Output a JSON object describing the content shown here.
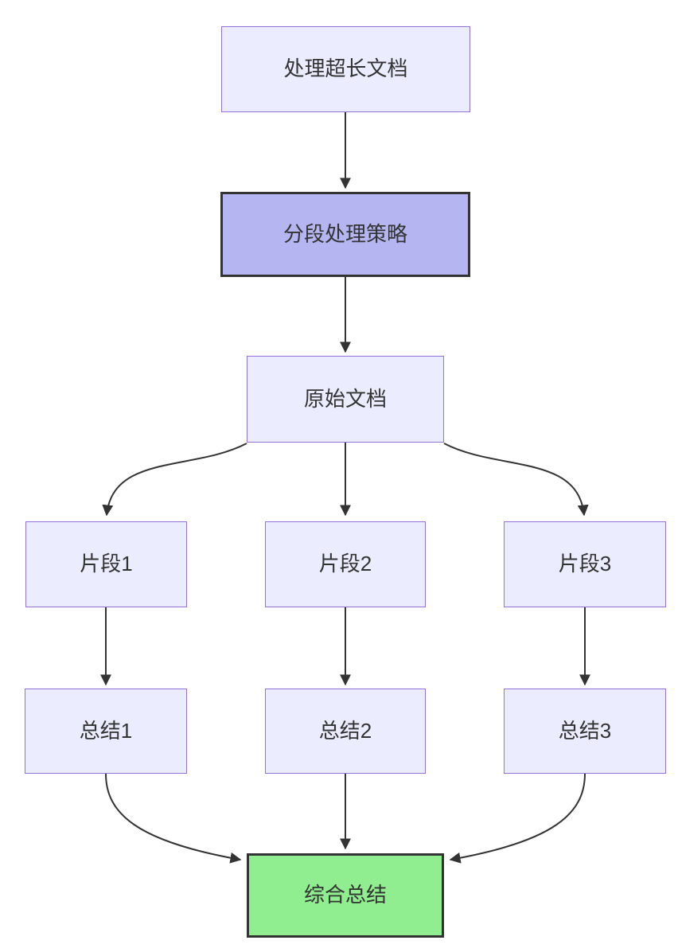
{
  "diagram": {
    "type": "flowchart",
    "direction": "top-down",
    "nodes": [
      {
        "id": "A",
        "label": "处理超长文档",
        "style": "lavender"
      },
      {
        "id": "B",
        "label": "分段处理策略",
        "style": "highlight-purple"
      },
      {
        "id": "C",
        "label": "原始文档",
        "style": "lavender"
      },
      {
        "id": "D1",
        "label": "片段1",
        "style": "lavender"
      },
      {
        "id": "D2",
        "label": "片段2",
        "style": "lavender"
      },
      {
        "id": "D3",
        "label": "片段3",
        "style": "lavender"
      },
      {
        "id": "E1",
        "label": "总结1",
        "style": "lavender"
      },
      {
        "id": "E2",
        "label": "总结2",
        "style": "lavender"
      },
      {
        "id": "E3",
        "label": "总结3",
        "style": "lavender"
      },
      {
        "id": "F",
        "label": "综合总结",
        "style": "highlight-green"
      }
    ],
    "edges": [
      {
        "from": "A",
        "to": "B"
      },
      {
        "from": "B",
        "to": "C"
      },
      {
        "from": "C",
        "to": "D1"
      },
      {
        "from": "C",
        "to": "D2"
      },
      {
        "from": "C",
        "to": "D3"
      },
      {
        "from": "D1",
        "to": "E1"
      },
      {
        "from": "D2",
        "to": "E2"
      },
      {
        "from": "D3",
        "to": "E3"
      },
      {
        "from": "E1",
        "to": "F"
      },
      {
        "from": "E2",
        "to": "F"
      },
      {
        "from": "E3",
        "to": "F"
      }
    ],
    "colors": {
      "background": "#ffffff",
      "node_fill": "#ECECFF",
      "node_border": "#9370DB",
      "strategy_fill": "#B5B5F2",
      "strategy_border": "#333333",
      "final_fill": "#90EE90",
      "final_border": "#333333",
      "edge": "#333333",
      "text": "#333333"
    }
  }
}
